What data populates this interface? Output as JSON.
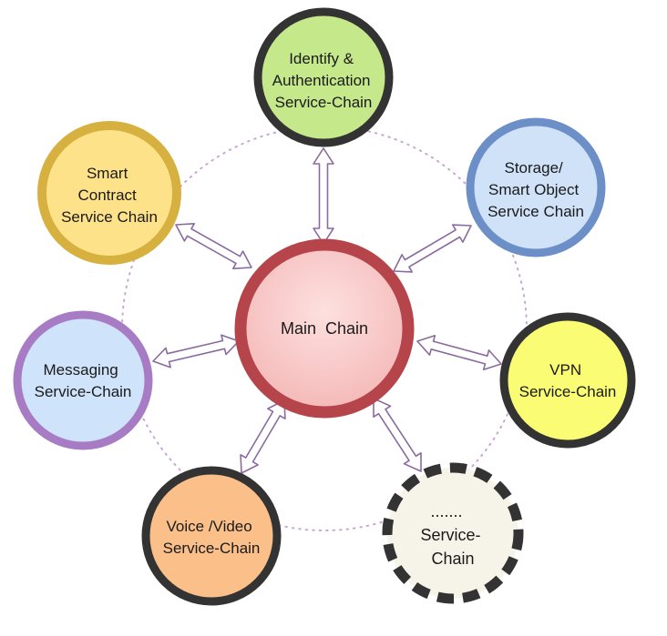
{
  "colors": {
    "ring_dots": "#c9a6d6",
    "arrow_stroke": "#8a6aa0",
    "arrow_fill": "#ffffff"
  },
  "main": {
    "label": "Main  Chain",
    "fill": "#f7c7c6",
    "ring": "#b5454a"
  },
  "nodes": [
    {
      "id": "identify",
      "lines": [
        "Identify &",
        "Authentication",
        "Service-Chain"
      ],
      "fill": "#c4e88a",
      "ring": "#333333",
      "dashed": false
    },
    {
      "id": "storage",
      "lines": [
        "Storage/",
        "Smart Object",
        "Service Chain"
      ],
      "fill": "#cfe2f8",
      "ring": "#6b8fc6",
      "dashed": false
    },
    {
      "id": "vpn",
      "lines": [
        "VPN",
        "Service-Chain"
      ],
      "fill": "#fafc73",
      "ring": "#333333",
      "dashed": false
    },
    {
      "id": "other",
      "lines": [
        "Service-",
        "Chain"
      ],
      "dots": ".......",
      "fill": "#f6f3e8",
      "ring": "#333333",
      "dashed": true
    },
    {
      "id": "voice",
      "lines": [
        "Voice /Video",
        "Service-Chain"
      ],
      "fill": "#fbc08a",
      "ring": "#333333",
      "dashed": false
    },
    {
      "id": "messaging",
      "lines": [
        "Messaging",
        "Service-Chain"
      ],
      "fill": "#cfe3fa",
      "ring": "#a77cc4",
      "dashed": false
    },
    {
      "id": "smart-contract",
      "lines": [
        "Smart",
        "Contract",
        "Service Chain"
      ],
      "fill": "#fde28a",
      "ring": "#d6b13f",
      "dashed": false
    }
  ]
}
